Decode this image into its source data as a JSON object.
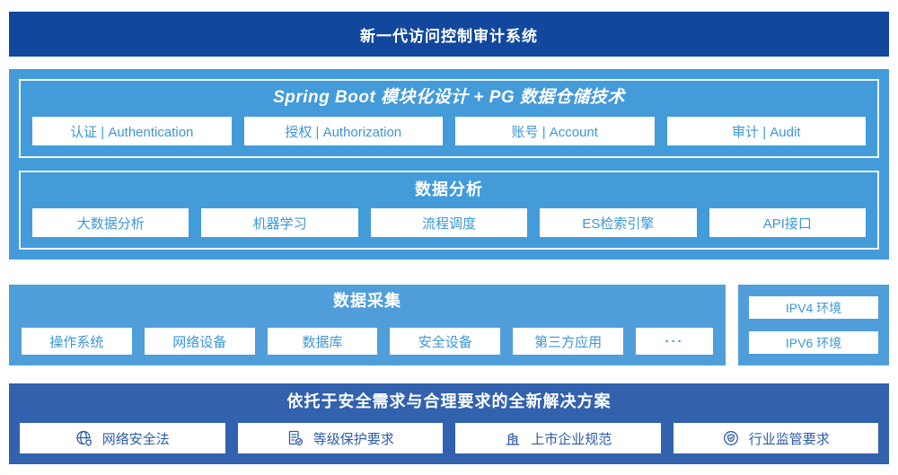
{
  "banner": {
    "title": "新一代访问控制审计系统"
  },
  "platform": {
    "modules": {
      "title": "Spring Boot 模块化设计 + PG 数据仓储技术",
      "items": [
        "认证 | Authentication",
        "授权 | Authorization",
        "账号 | Account",
        "审计 | Audit"
      ]
    },
    "analysis": {
      "title": "数据分析",
      "items": [
        "大数据分析",
        "机器学习",
        "流程调度",
        "ES检索引擎",
        "API接口"
      ]
    }
  },
  "collection": {
    "title": "数据采集",
    "items": [
      "操作系统",
      "网络设备",
      "数据库",
      "安全设备",
      "第三方应用",
      "···"
    ]
  },
  "environment": {
    "items": [
      "IPV4 环境",
      "IPV6 环境"
    ]
  },
  "solution": {
    "title": "依托于安全需求与合理要求的全新解决方案",
    "items": [
      {
        "icon": "globe-security-icon",
        "label": "网络安全法"
      },
      {
        "icon": "document-check-icon",
        "label": "等级保护要求"
      },
      {
        "icon": "building-icon",
        "label": "上市企业规范"
      },
      {
        "icon": "shield-badge-icon",
        "label": "行业监管要求"
      }
    ]
  },
  "colors": {
    "navy": "#11489e",
    "platformBlue": "#439bda",
    "collectBlue": "#4f9ed9",
    "solutionBlue": "#3261ae",
    "boxText": "#3e96d5",
    "solText": "#2d5ca9",
    "boxBg": "#ffffff",
    "pageBg": "#ffffff"
  }
}
